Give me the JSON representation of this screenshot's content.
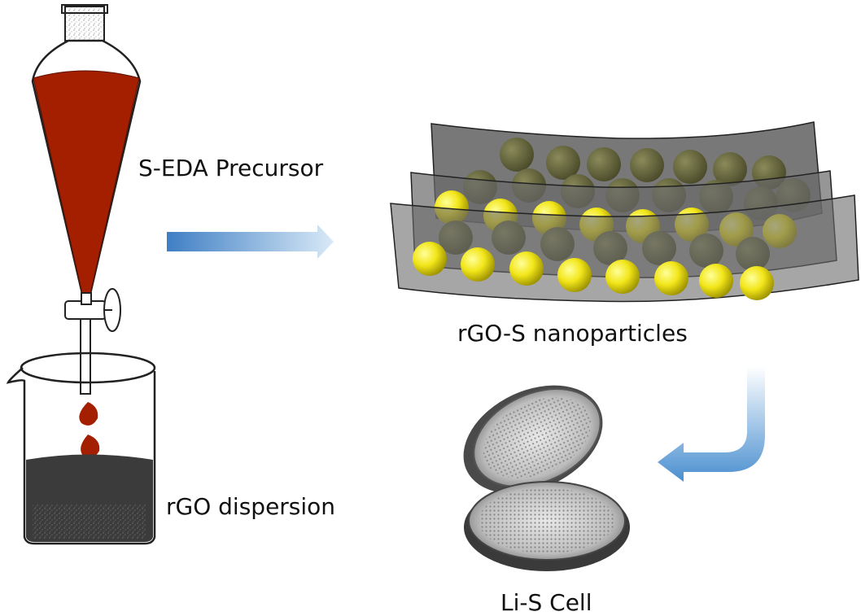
{
  "labels": {
    "precursor": "S-EDA Precursor",
    "nanoparticles": "rGO-S nanoparticles",
    "dispersion": "rGO dispersion",
    "cell": "Li-S Cell"
  },
  "colors": {
    "precursor_liquid": "#a31f00",
    "dispersion_liquid": "#3b3b3b",
    "sulfur": "#f2ea1a",
    "graphene_sheet": "#5a5a5a",
    "arrow": "#4a8fd0"
  }
}
